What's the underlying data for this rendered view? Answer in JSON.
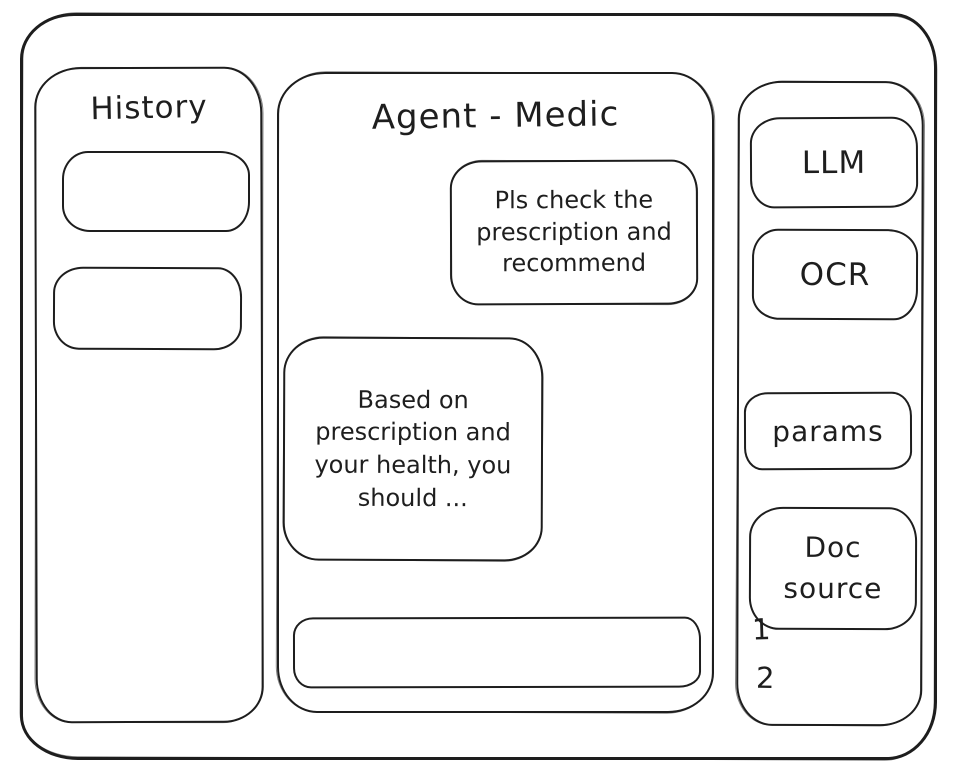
{
  "colors": {
    "stroke": "#1e1e1e",
    "background": "#ffffff"
  },
  "header": {
    "title": "Agent - Medic"
  },
  "history": {
    "title": "History",
    "items": [
      {
        "label": ""
      },
      {
        "label": ""
      }
    ]
  },
  "chat": {
    "user_message": "Pls check the prescription and recommend",
    "agent_message": "Based on prescription and your health, you should ...",
    "input_value": ""
  },
  "tools": {
    "buttons": [
      {
        "id": "llm",
        "label": "LLM"
      },
      {
        "id": "ocr",
        "label": "OCR"
      },
      {
        "id": "params",
        "label": "params"
      },
      {
        "id": "doc-source",
        "label": "Doc source"
      }
    ],
    "doc_source_items": [
      "1",
      "2"
    ]
  }
}
